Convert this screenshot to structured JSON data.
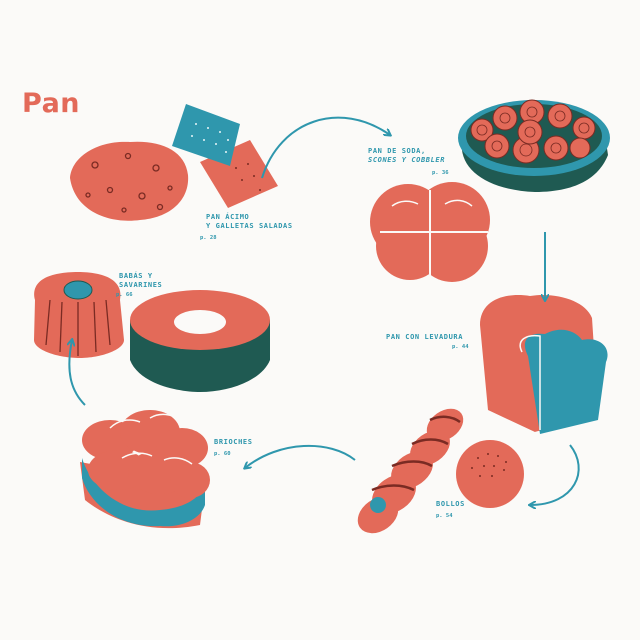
{
  "title": "Pan",
  "colors": {
    "coral": "#e36a59",
    "teal": "#2f97ad",
    "dark_green": "#1f5a52",
    "background": "#fbfaf8"
  },
  "sections": [
    {
      "id": "pan-acimo",
      "label_lines": [
        "PAN ÁCIMO",
        "Y GALLETAS SALADAS"
      ],
      "page": "p. 28"
    },
    {
      "id": "pan-soda",
      "label_lines": [
        "PAN DE SODA,",
        "SCONES Y COBBLER"
      ],
      "page": "p. 36"
    },
    {
      "id": "pan-levadura",
      "label_lines": [
        "PAN CON LEVADURA"
      ],
      "page": "p. 44"
    },
    {
      "id": "bollos",
      "label_lines": [
        "BOLLOS"
      ],
      "page": "p. 54"
    },
    {
      "id": "brioches",
      "label_lines": [
        "BRIOCHES"
      ],
      "page": "p. 60"
    },
    {
      "id": "babas",
      "label_lines": [
        "BABÁS Y",
        "SAVARINES"
      ],
      "page": "p. 66"
    }
  ],
  "flow": [
    "pan-acimo",
    "pan-soda",
    "pan-levadura",
    "bollos",
    "brioches",
    "babas"
  ]
}
